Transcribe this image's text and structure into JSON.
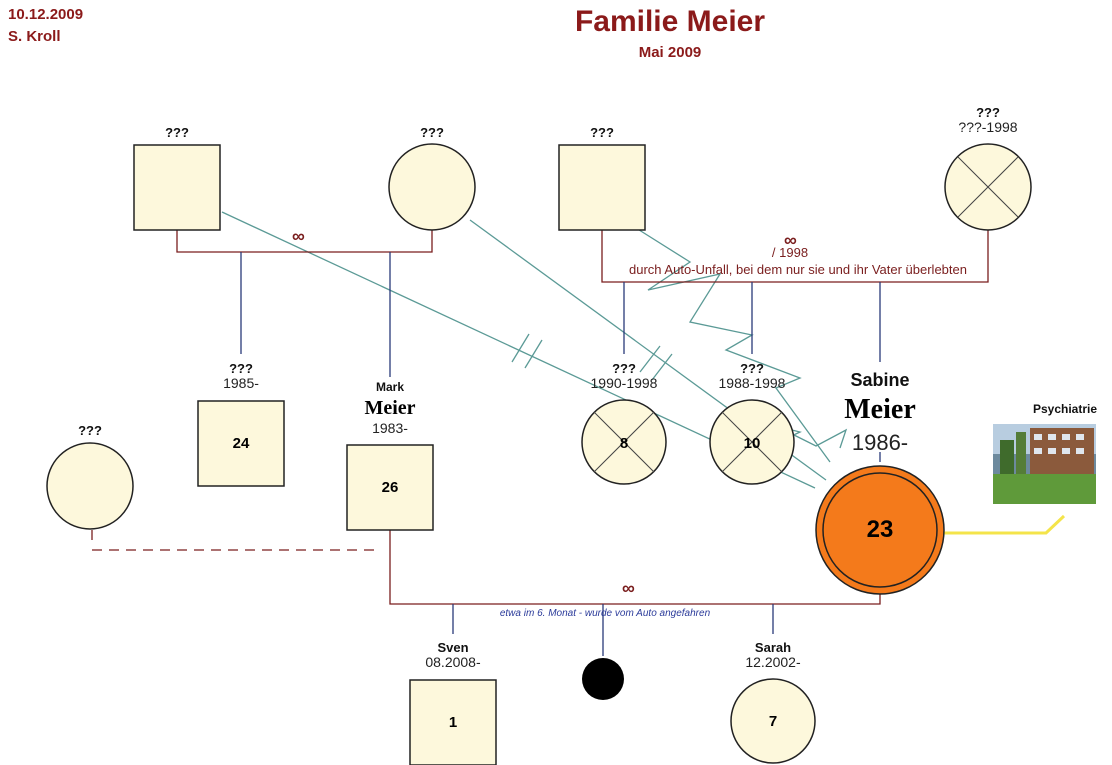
{
  "header": {
    "date": "10.12.2009",
    "author": "S. Kroll",
    "title": "Familie Meier",
    "subtitle": "Mai 2009"
  },
  "marriage_symbol": "∞",
  "people": {
    "gf1": {
      "name": "???"
    },
    "gm1": {
      "name": "???"
    },
    "gf2": {
      "name": "???"
    },
    "gm2": {
      "name": "???",
      "years": "???-1998"
    },
    "sib1": {
      "name": "???",
      "years": "1985-",
      "age": "24"
    },
    "mark": {
      "first": "Mark",
      "last": "Meier",
      "years": "1983-",
      "age": "26"
    },
    "sib2": {
      "name": "???",
      "years": "1990-1998",
      "age": "8"
    },
    "sib3": {
      "name": "???",
      "years": "1988-1998",
      "age": "10"
    },
    "sabine": {
      "first": "Sabine",
      "last": "Meier",
      "years": "1986-",
      "age": "23"
    },
    "ex": {
      "name": "???"
    },
    "sven": {
      "name": "Sven",
      "years": "08.2008-",
      "age": "1"
    },
    "sarah": {
      "name": "Sarah",
      "years": "12.2002-",
      "age": "7"
    }
  },
  "annotations": {
    "divorce_year": "/ 1998",
    "accident": "durch Auto-Unfall, bei dem nur sie und ihr Vater überlebten",
    "miscarriage": "etwa im 6. Monat - wurde vom Auto angefahren",
    "psychiatry": "Psychiatrie"
  },
  "colors": {
    "header": "#8b1a1a",
    "node_fill": "#fdf8dc",
    "focus_fill": "#f47a1b",
    "family_line": "#7a1e1e",
    "child_line": "#2a3a7a",
    "relation_line": "#5b9a96",
    "psychiatry_link": "#f4e44a"
  }
}
